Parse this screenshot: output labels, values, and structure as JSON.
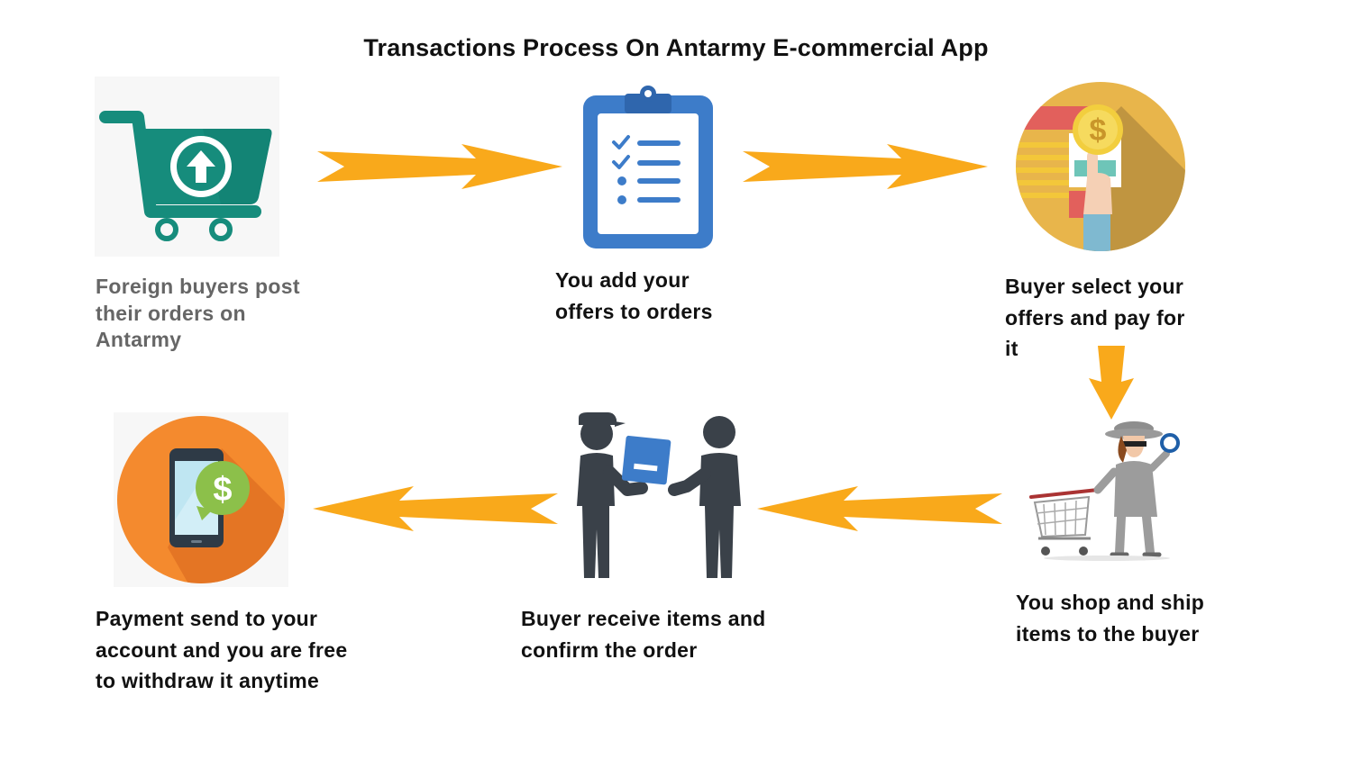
{
  "title": "Transactions Process On Antarmy E-commercial App",
  "steps": [
    {
      "icon": "shopping-cart-upload-icon",
      "lines": [
        "Foreign buyers post",
        "their orders on",
        "Antarmy"
      ]
    },
    {
      "icon": "clipboard-checklist-icon",
      "lines": [
        "You add your",
        "offers to orders"
      ]
    },
    {
      "icon": "payment-selection-icon",
      "lines": [
        "Buyer select your",
        "offers and pay for",
        "it"
      ]
    },
    {
      "icon": "shopper-with-cart-icon",
      "lines": [
        "You shop and ship",
        "items to the buyer"
      ]
    },
    {
      "icon": "package-handover-icon",
      "lines": [
        "Buyer receive items and",
        "confirm the order"
      ]
    },
    {
      "icon": "mobile-payment-icon",
      "lines": [
        "Payment send to your",
        "account and you are free",
        "to withdraw it anytime"
      ]
    }
  ],
  "colors": {
    "arrow": "#F9A91B",
    "cart": "#168C7C",
    "clipboard": "#3D7CC9",
    "coin": "#F2CE3E",
    "orange_circle": "#F48A2E",
    "person": "#3A4149",
    "caption_gray": "#666666"
  }
}
